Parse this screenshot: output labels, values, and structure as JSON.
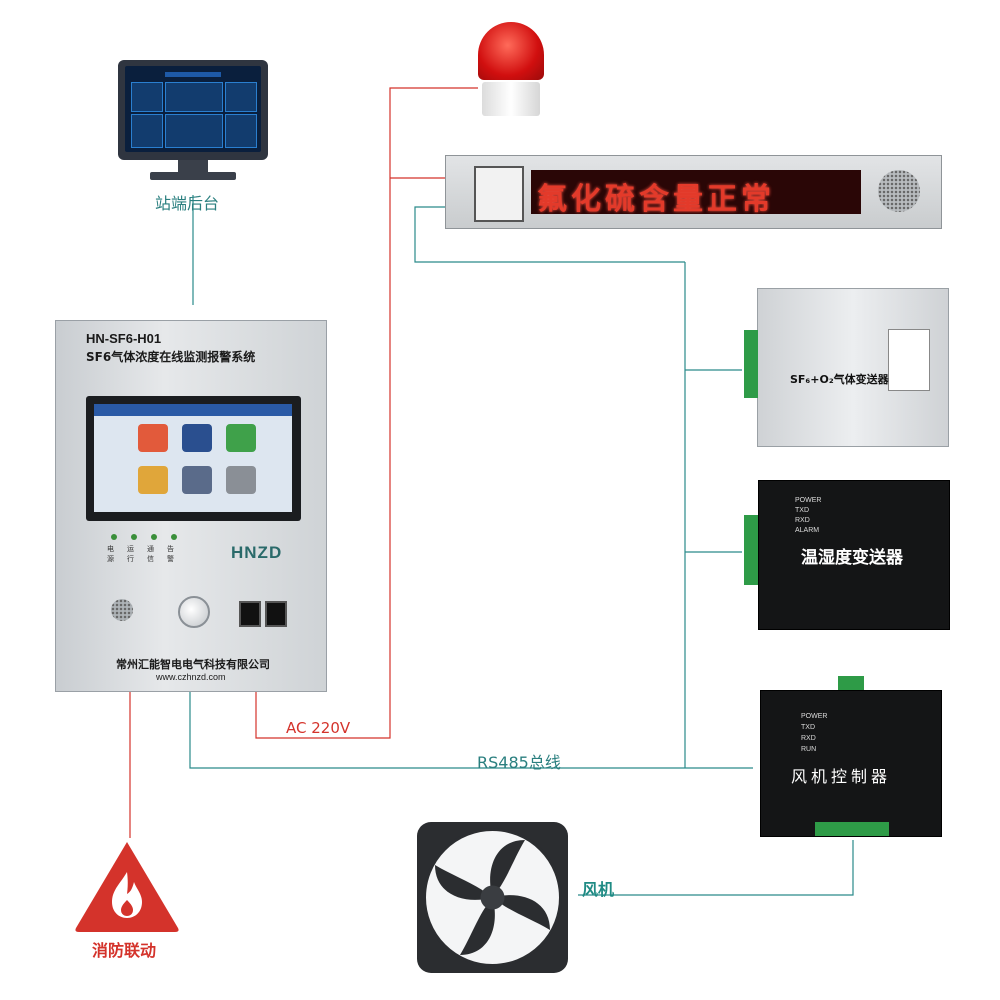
{
  "labels": {
    "station_backend": "站端后台",
    "ac": "AC 220V",
    "rs485": "RS485总线",
    "fan": "风机",
    "fire_linkage": "消防联动"
  },
  "cabinet": {
    "model": "HN-SF6-H01",
    "title": "SF6气体浓度在线监测报警系统",
    "brand": "HNZD",
    "company": "常州汇能智电电气科技有限公司",
    "website": "www.czhnzd.com",
    "indicators": [
      "电源",
      "运行",
      "通信",
      "告警"
    ]
  },
  "led_sign": {
    "text": "氟化硫含量正常"
  },
  "devices": {
    "sf6_transmitter": "SF₆+O₂气体变送器",
    "temp_humidity": "温湿度变送器",
    "fan_controller": "风机控制器"
  },
  "th_signals": [
    "POWER",
    "TXD",
    "RXD",
    "ALARM"
  ],
  "fc_signals": [
    "POWER",
    "TXD",
    "RXD",
    "RUN"
  ],
  "colors": {
    "power_line": "#d4332b",
    "bus_line": "#2a8a8a"
  }
}
